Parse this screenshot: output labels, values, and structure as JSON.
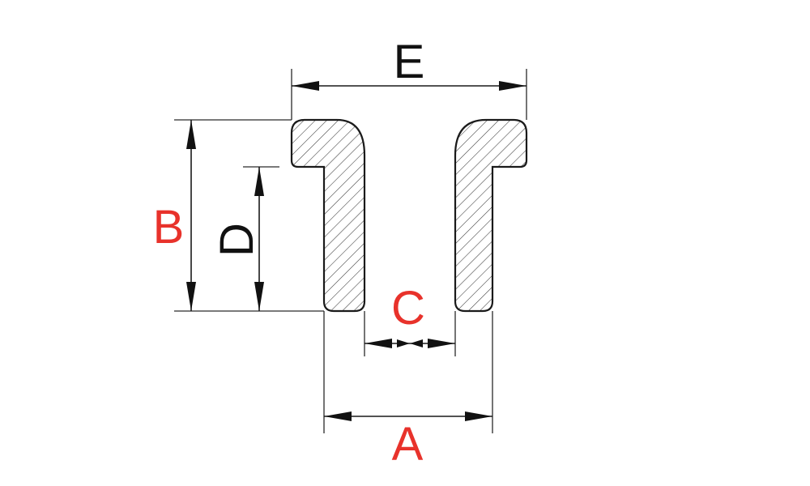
{
  "labels": {
    "A": "A",
    "B": "B",
    "C": "C",
    "D": "D",
    "E": "E"
  },
  "colors": {
    "accent_label": "#e8322b",
    "dark_label": "#111111",
    "line": "#1a1a1a",
    "hatch": "#3a3a3a",
    "background": "#ffffff"
  }
}
